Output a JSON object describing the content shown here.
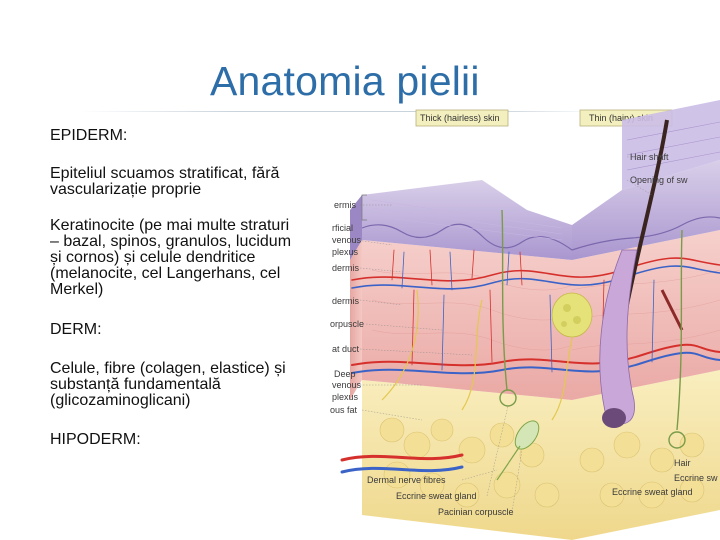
{
  "slide": {
    "title": "Anatomia pielii",
    "sections": {
      "epiderm_heading": "EPIDERM:",
      "epiderm_p1": [
        "Epiteliul scuamos stratificat, fără",
        "vascularizație proprie"
      ],
      "epiderm_p2": [
        "Keratinocite (pe mai multe straturi",
        "– bazal, spinos, granulos, lucidum",
        "și cornos) și celule dendritice",
        "(melanocite, cel Langerhans, cel",
        "Merkel)"
      ],
      "derm_heading": "DERM:",
      "derm_p1": [
        "Celule, fibre (colagen, elastice)  și",
        "substanță fundamentală",
        "(glicozaminoglicani)"
      ],
      "hipoderm_heading": "HIPODERM:"
    }
  },
  "figure": {
    "header_labels": {
      "thick": "Thick (hairless) skin",
      "thin": "Thin (hairy) skin"
    },
    "left_labels": [
      "ermis",
      "rficial",
      "venous",
      "plexus",
      "dermis",
      "dermis",
      "orpuscle",
      "at duct",
      "Deep",
      "venous",
      "plexus",
      "ous fat"
    ],
    "right_labels": [
      "Hair shaft",
      "Opening of sw",
      "Hair",
      "Eccrine sw",
      "Eccrine sweat gland"
    ],
    "bottom_labels": [
      "Dermal nerve fibres",
      "Eccrine sweat gland",
      "Pacinian corpuscle"
    ],
    "colors": {
      "title": "#2e6ea8",
      "epidermis_purple": "#b9a6d6",
      "dermis_pink": "#f2b9b5",
      "fat_yellow": "#f6e7a8",
      "artery_red": "#d6302c",
      "vein_blue": "#3b63c7"
    }
  }
}
